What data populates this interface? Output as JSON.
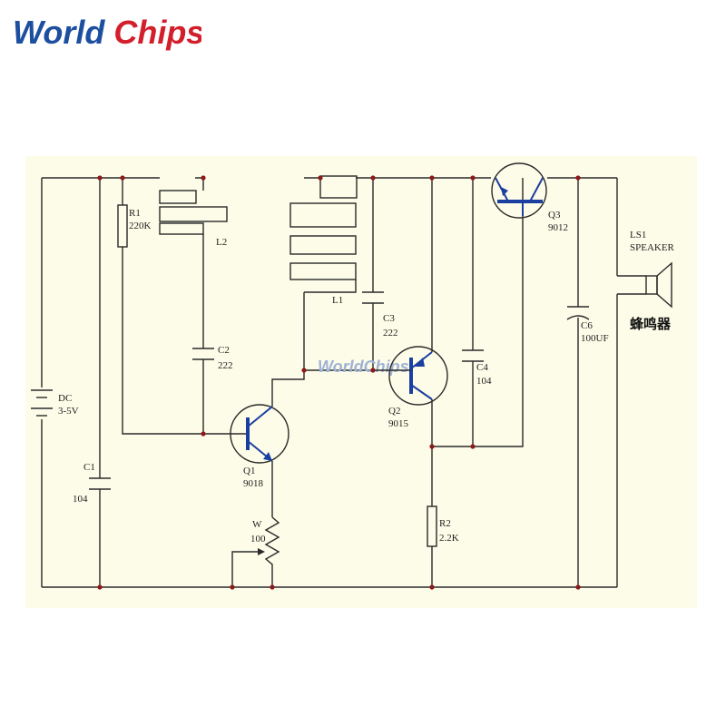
{
  "brand": {
    "logo_text": "World Chips",
    "watermark": "WorldChips",
    "colors": {
      "blue": "#1d4fa0",
      "red": "#d21f2b",
      "watermark": "#9fb3d6"
    }
  },
  "diagram": {
    "background": "#fcfce8",
    "components": {
      "dc": {
        "ref": "DC",
        "value": "3-5V"
      },
      "r1": {
        "ref": "R1",
        "value": "220K"
      },
      "c1": {
        "ref": "C1",
        "value": "104"
      },
      "l2": {
        "ref": "L2"
      },
      "c2": {
        "ref": "C2",
        "value": "222"
      },
      "q1": {
        "ref": "Q1",
        "value": "9018"
      },
      "w": {
        "ref": "W",
        "value": "100"
      },
      "l1": {
        "ref": "L1"
      },
      "c3": {
        "ref": "C3",
        "value": "222"
      },
      "q2": {
        "ref": "Q2",
        "value": "9015"
      },
      "r2": {
        "ref": "R2",
        "value": "2.2K"
      },
      "c4": {
        "ref": "C4",
        "value": "104"
      },
      "q3": {
        "ref": "Q3",
        "value": "9012"
      },
      "c6": {
        "ref": "C6",
        "value": "100UF"
      },
      "ls1": {
        "ref": "LS1",
        "value": "SPEAKER",
        "note": "蜂鸣器"
      }
    }
  }
}
